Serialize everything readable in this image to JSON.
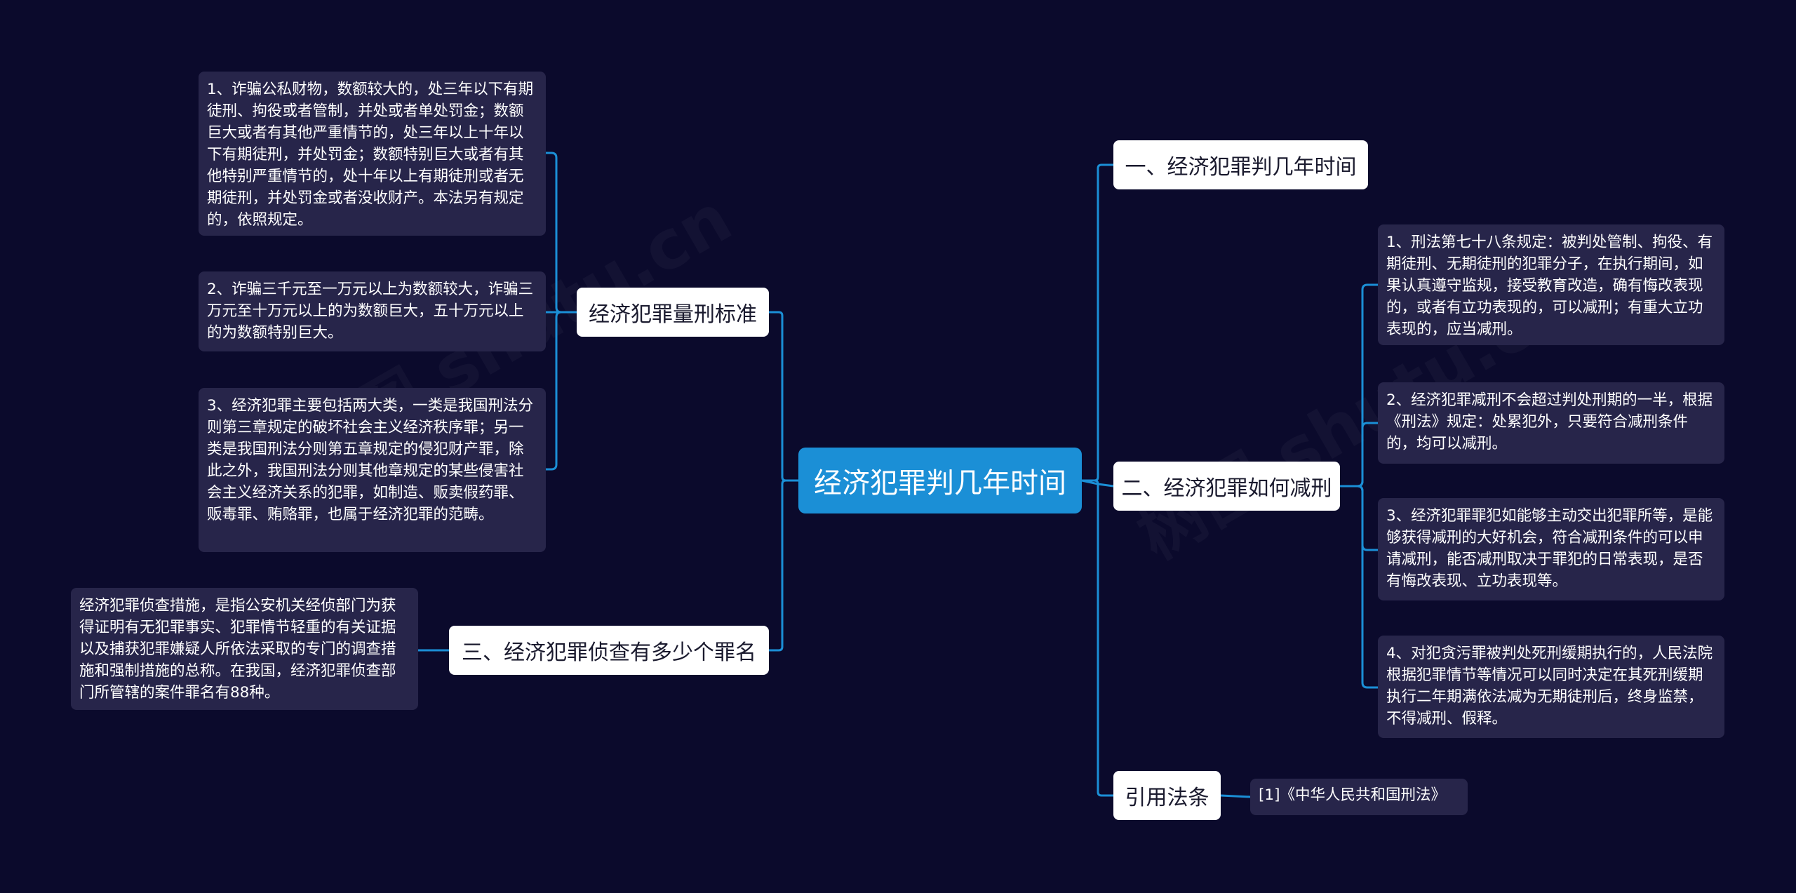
{
  "center": {
    "title": "经济犯罪判几年时间"
  },
  "watermark": {
    "text": "树图 shutu.cn"
  },
  "branches": {
    "b1": {
      "title": "一、经济犯罪判几年时间"
    },
    "b2": {
      "title": "二、经济犯罪如何减刑",
      "items": [
        "1、刑法第七十八条规定：被判处管制、拘役、有期徒刑、无期徒刑的犯罪分子，在执行期间，如果认真遵守监规，接受教育改造，确有悔改表现的，或者有立功表现的，可以减刑；有重大立功表现的，应当减刑。",
        "2、经济犯罪减刑不会超过判处刑期的一半，根据《刑法》规定：处累犯外，只要符合减刑条件的，均可以减刑。",
        "3、经济犯罪罪犯如能够主动交出犯罪所等，是能够获得减刑的大好机会，符合减刑条件的可以申请减刑，能否减刑取决于罪犯的日常表现，是否有悔改表现、立功表现等。",
        "4、对犯贪污罪被判处死刑缓期执行的，人民法院根据犯罪情节等情况可以同时决定在其死刑缓期执行二年期满依法减为无期徒刑后，终身监禁，不得减刑、假释。"
      ]
    },
    "b3": {
      "title": "引用法条",
      "items": [
        "[1]《中华人民共和国刑法》"
      ]
    },
    "b4": {
      "title": "经济犯罪量刑标准",
      "items": [
        "1、诈骗公私财物，数额较大的，处三年以下有期徒刑、拘役或者管制，并处或者单处罚金；数额巨大或者有其他严重情节的，处三年以上十年以下有期徒刑，并处罚金；数额特别巨大或者有其他特别严重情节的，处十年以上有期徒刑或者无期徒刑，并处罚金或者没收财产。本法另有规定的，依照规定。",
        "2、诈骗三千元至一万元以上为数额较大，诈骗三万元至十万元以上的为数额巨大，五十万元以上的为数额特别巨大。",
        "3、经济犯罪主要包括两大类，一类是我国刑法分则第三章规定的破坏社会主义经济秩序罪；另一类是我国刑法分则第五章规定的侵犯财产罪，除此之外，我国刑法分则其他章规定的某些侵害社会主义经济关系的犯罪，如制造、贩卖假药罪、贩毒罪、贿赂罪，也属于经济犯罪的范畴。"
      ]
    },
    "b5": {
      "title": "三、经济犯罪侦查有多少个罪名",
      "items": [
        "经济犯罪侦查措施，是指公安机关经侦部门为获得证明有无犯罪事实、犯罪情节轻重的有关证据以及捕获犯罪嫌疑人所依法采取的专门的调查措施和强制措施的总称。在我国，经济犯罪侦查部门所管辖的案件罪名有88种。"
      ]
    }
  },
  "colors": {
    "background": "#0b0a2c",
    "root": "#1b8fd6",
    "branch": "#ffffff",
    "leaf": "#27254a",
    "connector": "#1b8fd6"
  }
}
